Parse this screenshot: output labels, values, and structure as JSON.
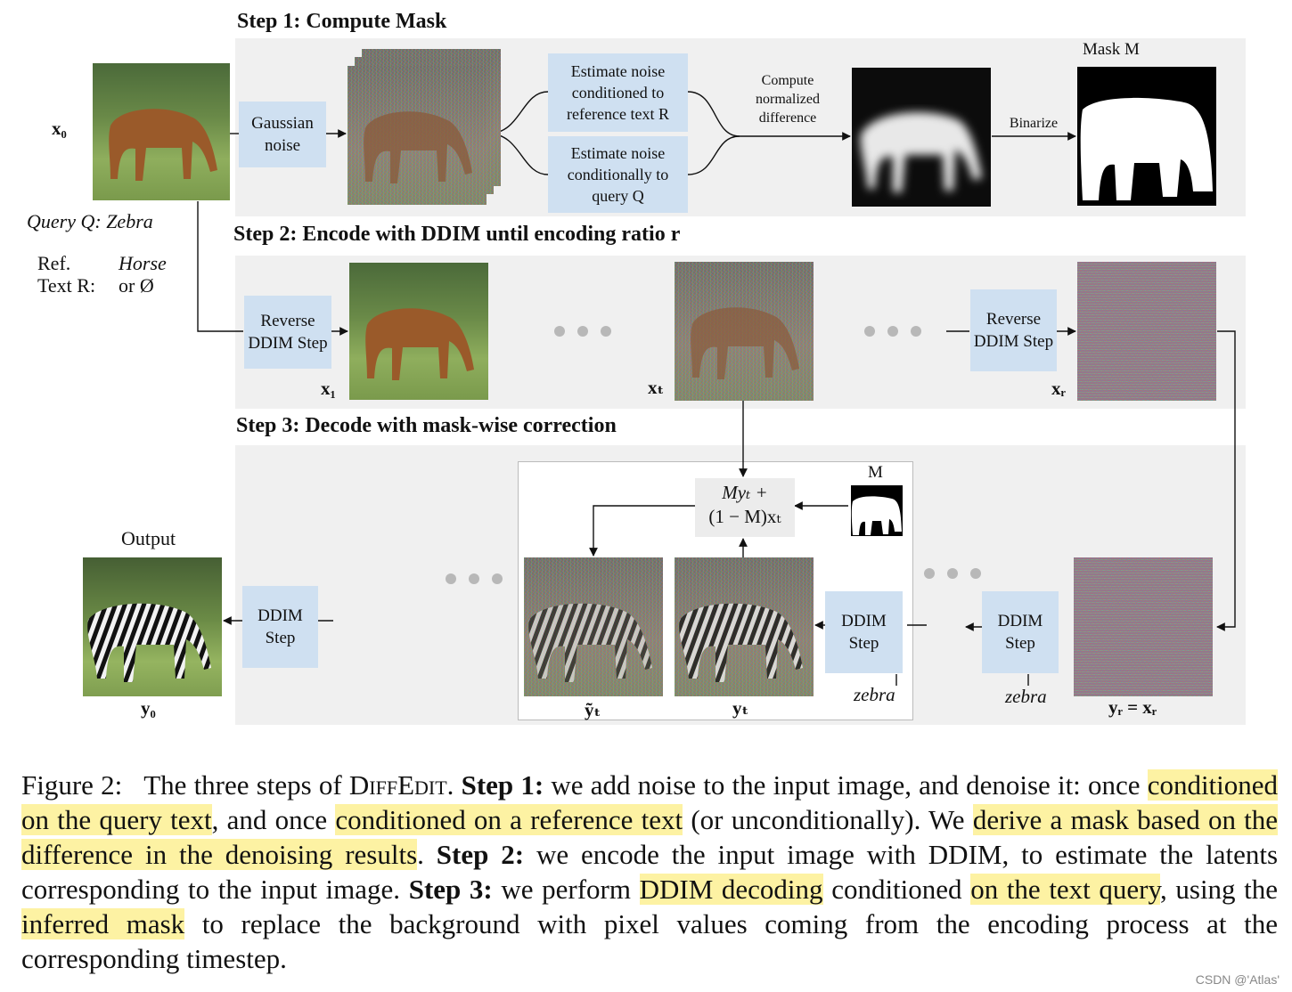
{
  "figure": {
    "step1_title": "Step 1: Compute Mask",
    "step2_title": "Step 2: Encode with DDIM until encoding ratio r",
    "step3_title": "Step 3: Decode with mask-wise correction",
    "x0_label": "x₀",
    "query_label": "Query Q: Zebra",
    "ref_label_line1": "Ref.",
    "ref_label_line2": "Text R:",
    "ref_value_line1": "Horse",
    "ref_value_line2": "or Ø",
    "gaussian_noise": "Gaussian noise",
    "estimate_ref": "Estimate noise conditioned to reference text R",
    "estimate_query": "Estimate noise conditionally to query Q",
    "compute_diff": "Compute normalized difference",
    "binarize": "Binarize",
    "mask_label": "Mask M",
    "reverse_ddim_1": "Reverse DDIM Step",
    "reverse_ddim_2": "Reverse DDIM Step",
    "x1_label": "x₁",
    "xt_label": "xₜ",
    "xr_label": "xᵣ",
    "combine_line1": "Myₜ +",
    "combine_line2": "(1 − M)xₜ",
    "m_small": "M",
    "output_label": "Output",
    "ddim_step_out": "DDIM Step",
    "ddim_step_mid": "DDIM Step",
    "ddim_step_right": "DDIM Step",
    "zebra_1": "zebra",
    "zebra_2": "zebra",
    "ytilde_label": "ỹₜ",
    "yt_label": "yₜ",
    "yr_label": "yᵣ = xᵣ",
    "y0_label": "y₀"
  },
  "caption": {
    "prefix": "Figure 2:",
    "intro_pre": "The three steps of",
    "method_name": "DiffEdit",
    "intro_post": ".",
    "step1_bold": "Step 1:",
    "s1a": "we add noise to the input image, and denoise it: once",
    "h1": "conditioned on the query text",
    "s1b": ", and once",
    "h2": "conditioned on a reference text",
    "s1c": "(or unconditionally). We",
    "h3": "derive a mask based on the difference in the denoising results",
    "s1d": ".",
    "step2_bold": "Step 2:",
    "s2": "we encode the input image with DDIM, to estimate the latents corresponding to the input image.",
    "step3_bold": "Step 3:",
    "s3a": "we perform",
    "h4": "DDIM decoding",
    "s3b": "conditioned",
    "h5": "on the text query",
    "s3c": ", using the",
    "h6": "inferred mask",
    "s3d": "to replace the background with pixel values coming from the encoding process at the corresponding timestep."
  },
  "watermark": "CSDN @'Atlas'",
  "colors": {
    "panel": "#f0f0f0",
    "box": "#cfe0f1",
    "highlight": "#fdf2a3"
  }
}
